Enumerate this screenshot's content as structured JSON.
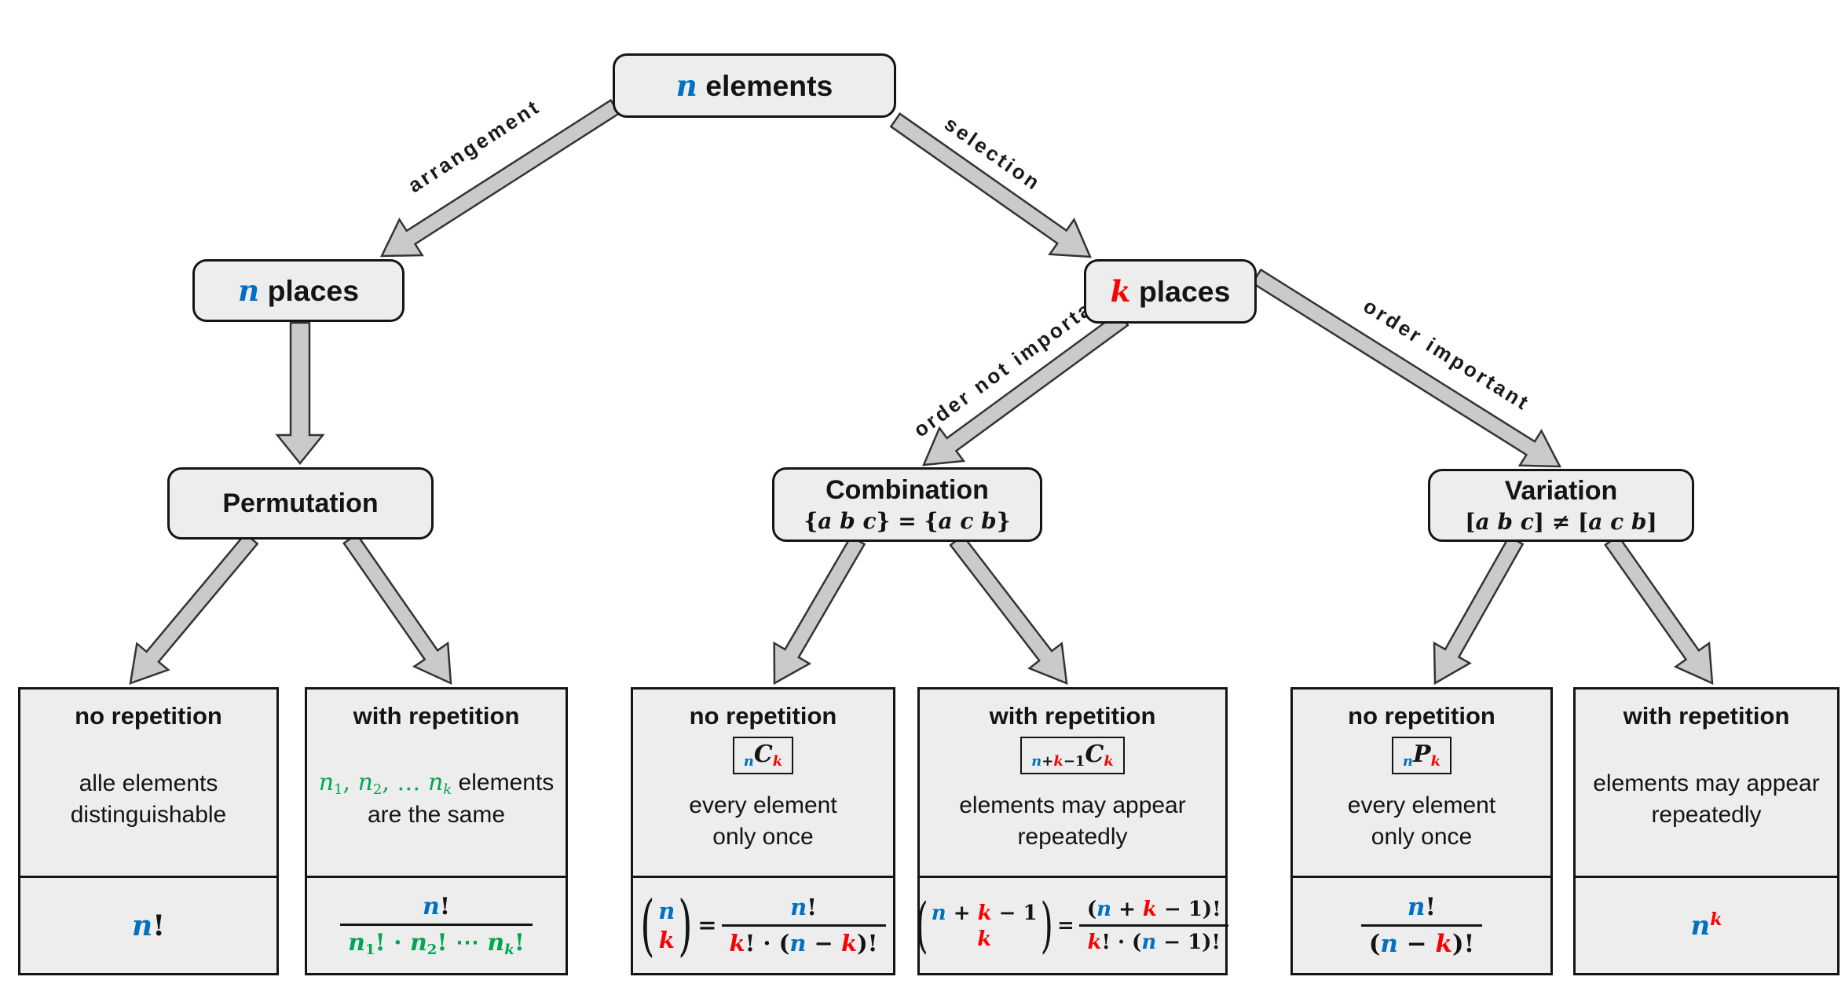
{
  "colors": {
    "blue": "#0070C0",
    "red": "#FB0000",
    "green": "#00A650",
    "box_fill": "#EDEDED",
    "arrow_fill": "#CACACA",
    "border": "#141414"
  },
  "nodes": {
    "root": {
      "label": [
        {
          "t": "n",
          "c": "blue"
        },
        {
          "t": " elements",
          "s": true
        }
      ]
    },
    "n_places": {
      "label": [
        {
          "t": "n",
          "c": "blue"
        },
        {
          "t": " places",
          "s": true
        }
      ]
    },
    "k_places": {
      "label": [
        {
          "t": "k",
          "c": "red"
        },
        {
          "t": " places",
          "s": true
        }
      ]
    },
    "permutation": {
      "title": "Permutation"
    },
    "combination": {
      "title": "Combination",
      "subtitle": [
        {
          "t": "{",
          "u": true
        },
        {
          "t": "a b c"
        },
        {
          "t": "} = {",
          "u": true
        },
        {
          "t": "a c b"
        },
        {
          "t": "}",
          "u": true
        }
      ]
    },
    "variation": {
      "title": "Variation",
      "subtitle": [
        {
          "t": "[",
          "u": true
        },
        {
          "t": "a b c"
        },
        {
          "t": "] ≠ [",
          "u": true
        },
        {
          "t": "a c b"
        },
        {
          "t": "]",
          "u": true
        }
      ]
    }
  },
  "edges": {
    "arrangement": "arrangement",
    "selection": "selection",
    "order_not_important": "order not important",
    "order_important": "order important"
  },
  "leaves": [
    {
      "title": "no repetition",
      "desc": [
        [
          {
            "t": "alle elements",
            "s": true
          }
        ],
        [
          {
            "t": "distinguishable",
            "s": true
          }
        ]
      ],
      "formula": [
        {
          "type": "tokens",
          "tokens": [
            {
              "t": "n",
              "c": "blue"
            },
            {
              "t": "!",
              "u": true
            }
          ]
        }
      ]
    },
    {
      "title": "with repetition",
      "desc": [
        [
          {
            "t": "n",
            "c": "green"
          },
          {
            "t": "1",
            "c": "green",
            "v": "sub",
            "u": true
          },
          {
            "t": ", ",
            "c": "green",
            "u": true
          },
          {
            "t": "n",
            "c": "green"
          },
          {
            "t": "2",
            "c": "green",
            "v": "sub",
            "u": true
          },
          {
            "t": ", … ",
            "c": "green",
            "u": true
          },
          {
            "t": "n",
            "c": "green"
          },
          {
            "t": "k",
            "c": "green",
            "v": "sub"
          },
          {
            "t": " elements",
            "s": true
          }
        ],
        [
          {
            "t": "are the same",
            "s": true
          }
        ]
      ],
      "formula": [
        {
          "type": "frac",
          "num": [
            {
              "t": "n",
              "c": "blue"
            },
            {
              "t": "!",
              "u": true
            }
          ],
          "den": [
            {
              "t": "n",
              "c": "green"
            },
            {
              "t": "1",
              "c": "green",
              "v": "sub",
              "u": true
            },
            {
              "t": "!",
              "c": "green",
              "u": true
            },
            {
              "t": " · ",
              "c": "green",
              "u": true
            },
            {
              "t": "n",
              "c": "green"
            },
            {
              "t": "2",
              "c": "green",
              "v": "sub",
              "u": true
            },
            {
              "t": "!",
              "c": "green",
              "u": true
            },
            {
              "t": " ⋯ ",
              "c": "green",
              "u": true
            },
            {
              "t": "n",
              "c": "green"
            },
            {
              "t": "k",
              "c": "green",
              "v": "sub"
            },
            {
              "t": "!",
              "c": "green",
              "u": true
            }
          ]
        }
      ]
    },
    {
      "title": "no repetition",
      "symbol": [
        {
          "t": "n",
          "c": "blue",
          "v": "sub"
        },
        {
          "t": "C"
        },
        {
          "t": "k",
          "c": "red",
          "v": "sub"
        }
      ],
      "desc": [
        [
          {
            "t": "every element",
            "s": true
          }
        ],
        [
          {
            "t": "only once",
            "s": true
          }
        ]
      ],
      "formula": [
        {
          "type": "binom",
          "top": [
            {
              "t": "n",
              "c": "blue"
            }
          ],
          "bot": [
            {
              "t": "k",
              "c": "red"
            }
          ]
        },
        {
          "type": "tokens",
          "tokens": [
            {
              "t": "=",
              "u": true
            }
          ]
        },
        {
          "type": "frac",
          "num": [
            {
              "t": "n",
              "c": "blue"
            },
            {
              "t": "!",
              "u": true
            }
          ],
          "den": [
            {
              "t": "k",
              "c": "red"
            },
            {
              "t": "! · (",
              "u": true
            },
            {
              "t": "n",
              "c": "blue"
            },
            {
              "t": " − ",
              "u": true
            },
            {
              "t": "k",
              "c": "red"
            },
            {
              "t": ")!",
              "u": true
            }
          ]
        }
      ]
    },
    {
      "title": "with repetition",
      "symbol": [
        {
          "t": "n",
          "c": "blue",
          "v": "sub"
        },
        {
          "t": "+",
          "v": "sub",
          "u": true
        },
        {
          "t": "k",
          "c": "red",
          "v": "sub"
        },
        {
          "t": "−1",
          "v": "sub",
          "u": true
        },
        {
          "t": "C"
        },
        {
          "t": "k",
          "c": "red",
          "v": "sub"
        }
      ],
      "desc": [
        [
          {
            "t": "elements may appear",
            "s": true
          }
        ],
        [
          {
            "t": "repeatedly",
            "s": true
          }
        ]
      ],
      "formula": [
        {
          "type": "binom",
          "top": [
            {
              "t": "n",
              "c": "blue"
            },
            {
              "t": " + ",
              "u": true
            },
            {
              "t": "k",
              "c": "red"
            },
            {
              "t": " − 1",
              "u": true
            }
          ],
          "bot": [
            {
              "t": "k",
              "c": "red"
            }
          ]
        },
        {
          "type": "tokens",
          "tokens": [
            {
              "t": "=",
              "u": true
            }
          ]
        },
        {
          "type": "frac",
          "num": [
            {
              "t": "(",
              "u": true
            },
            {
              "t": "n",
              "c": "blue"
            },
            {
              "t": " + ",
              "u": true
            },
            {
              "t": "k",
              "c": "red"
            },
            {
              "t": " − 1",
              "u": true
            },
            {
              "t": ")!",
              "u": true
            }
          ],
          "den": [
            {
              "t": "k",
              "c": "red"
            },
            {
              "t": "! · (",
              "u": true
            },
            {
              "t": "n",
              "c": "blue"
            },
            {
              "t": " − 1",
              "u": true
            },
            {
              "t": ")!",
              "u": true
            }
          ]
        }
      ]
    },
    {
      "title": "no repetition",
      "symbol": [
        {
          "t": "n",
          "c": "blue",
          "v": "sub"
        },
        {
          "t": "P"
        },
        {
          "t": "k",
          "c": "red",
          "v": "sub"
        }
      ],
      "desc": [
        [
          {
            "t": "every element",
            "s": true
          }
        ],
        [
          {
            "t": "only once",
            "s": true
          }
        ]
      ],
      "formula": [
        {
          "type": "frac",
          "num": [
            {
              "t": "n",
              "c": "blue"
            },
            {
              "t": "!",
              "u": true
            }
          ],
          "den": [
            {
              "t": "(",
              "u": true
            },
            {
              "t": "n",
              "c": "blue"
            },
            {
              "t": " − ",
              "u": true
            },
            {
              "t": "k",
              "c": "red"
            },
            {
              "t": ")!",
              "u": true
            }
          ]
        }
      ]
    },
    {
      "title": "with repetition",
      "desc": [
        [
          {
            "t": "elements may appear",
            "s": true
          }
        ],
        [
          {
            "t": "repeatedly",
            "s": true
          }
        ]
      ],
      "formula": [
        {
          "type": "tokens",
          "tokens": [
            {
              "t": "n",
              "c": "blue"
            },
            {
              "t": "k",
              "c": "red",
              "v": "sup"
            }
          ]
        }
      ]
    }
  ]
}
